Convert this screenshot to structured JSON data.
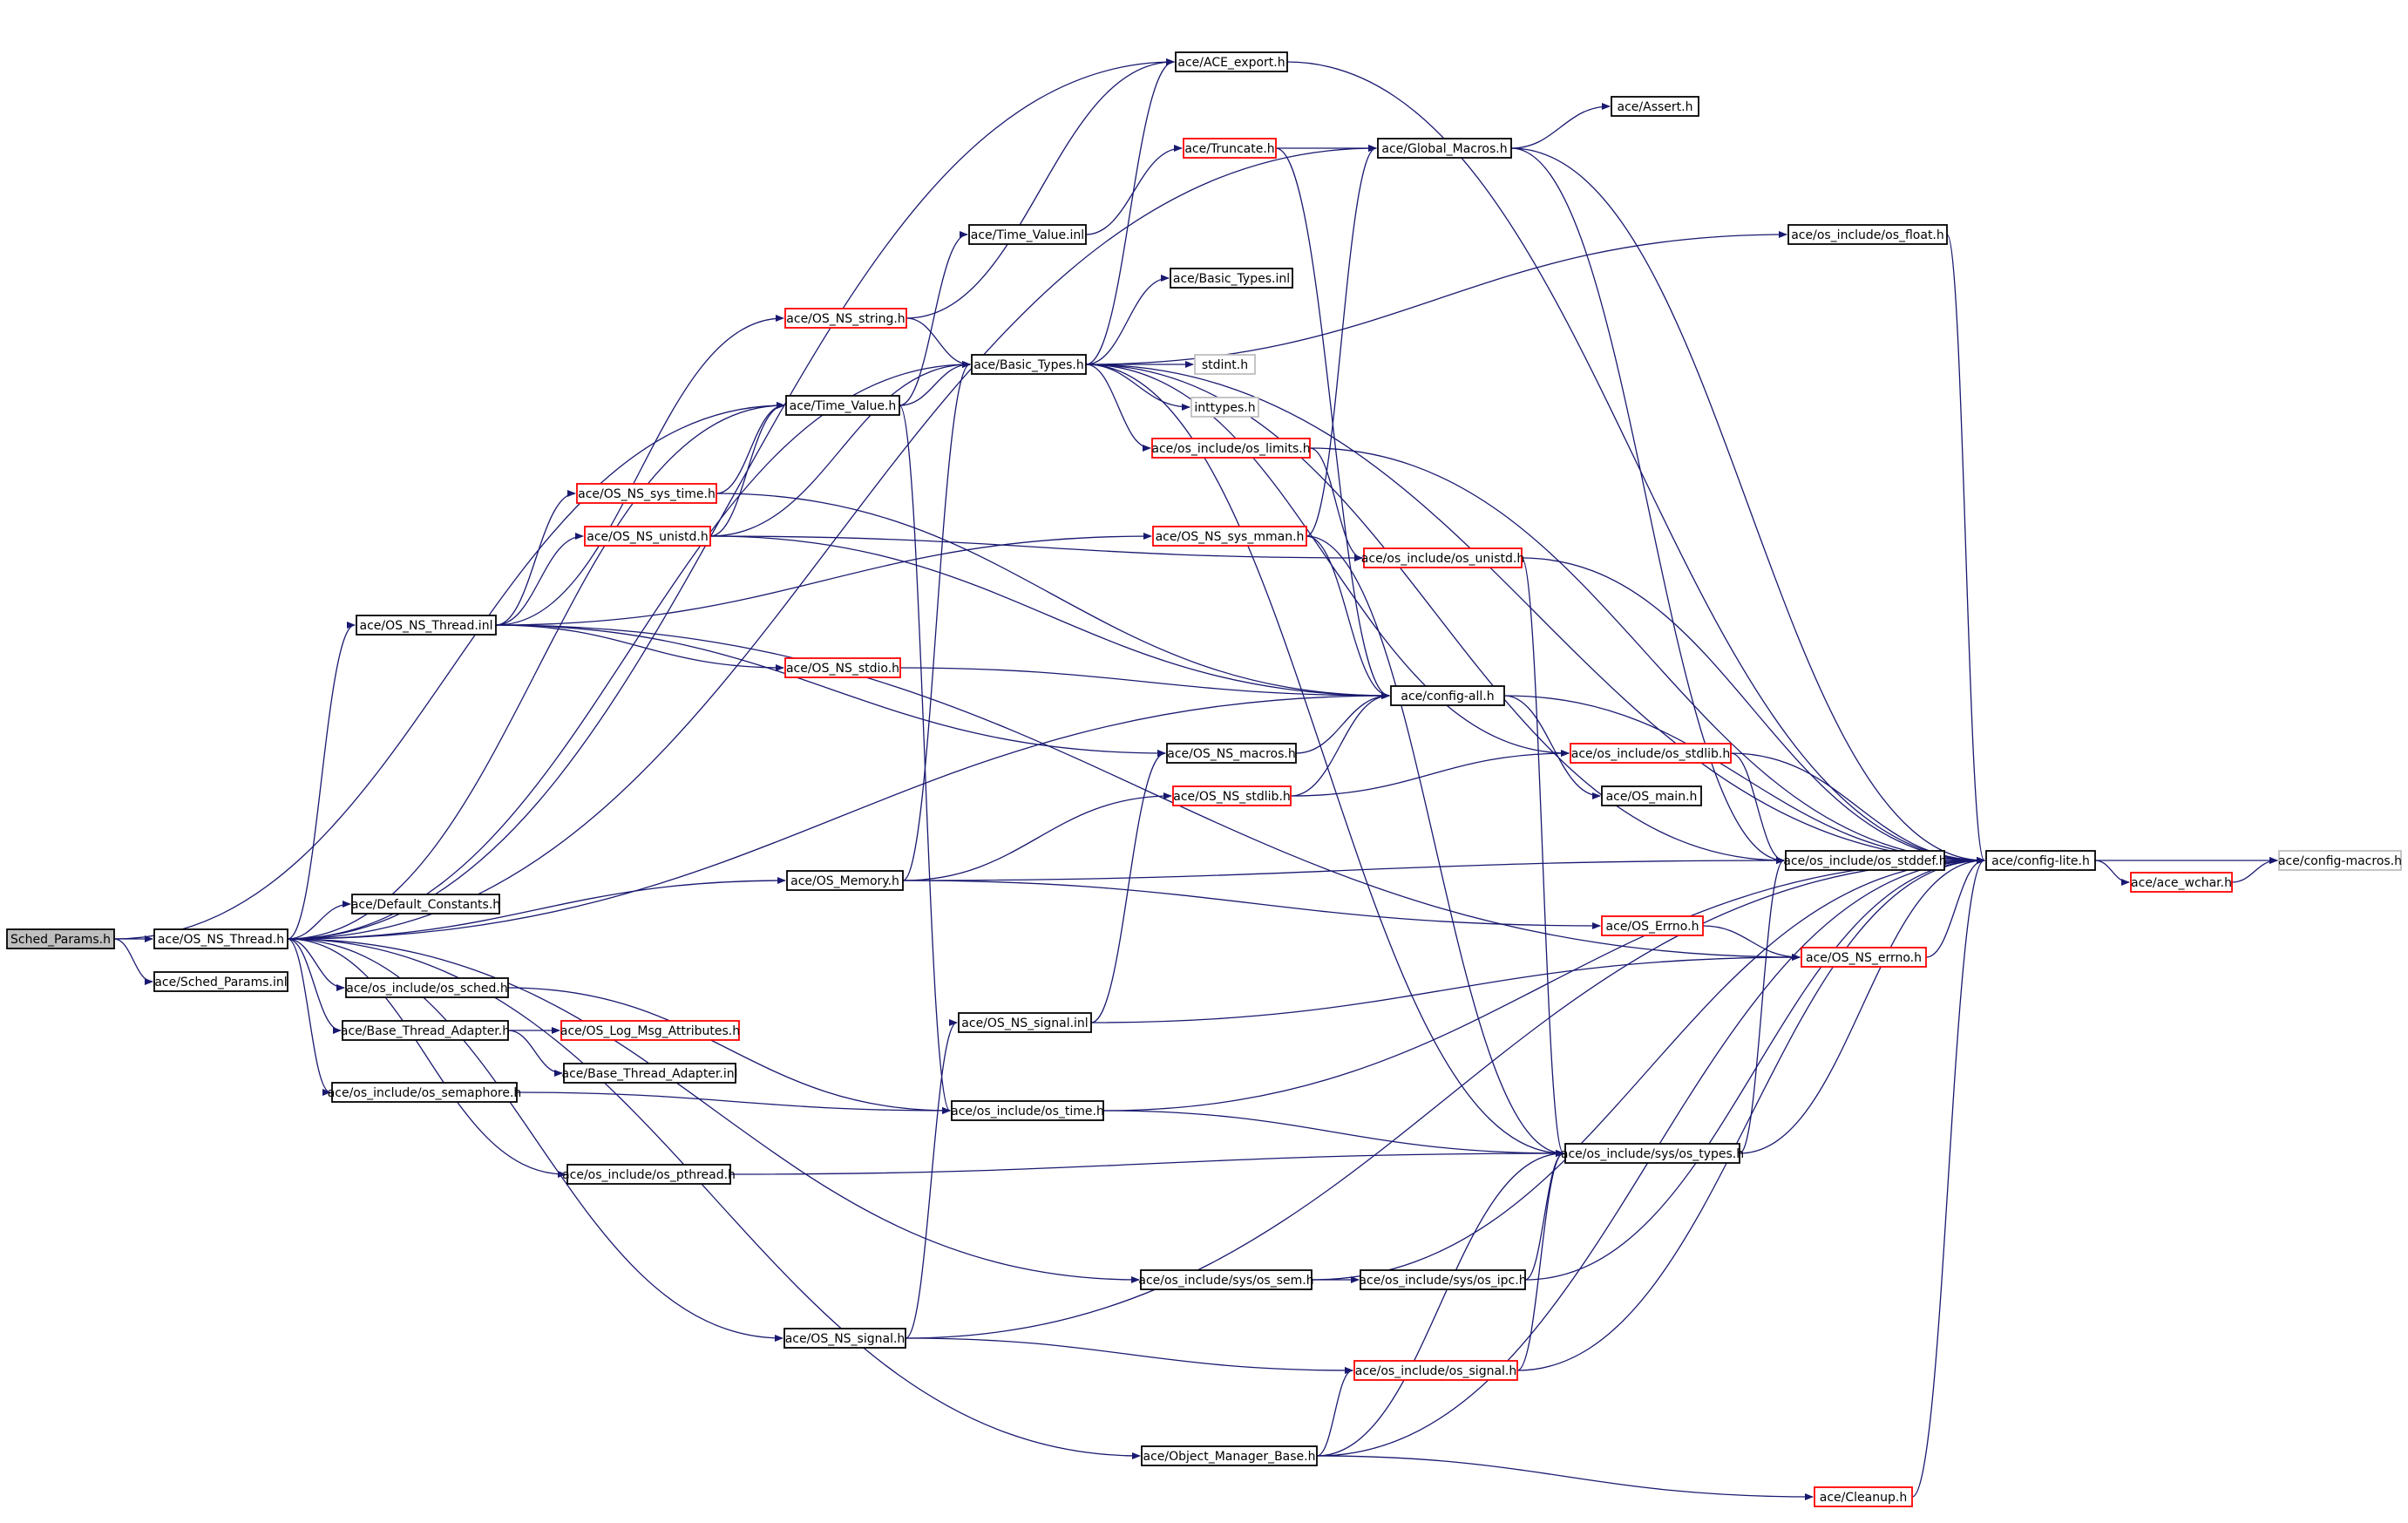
{
  "colors": {
    "edge": "#191970",
    "box_default": "#000000",
    "box_truncated": "#ff0000",
    "box_external": "#bfbfbf",
    "root_fill": "#bfbfbf"
  },
  "nodes": [
    {
      "id": "sched_params_h",
      "label": "Sched_Params.h",
      "kind": "root"
    },
    {
      "id": "os_ns_thread_h",
      "label": "ace/OS_NS_Thread.h",
      "kind": "default"
    },
    {
      "id": "sched_params_inl",
      "label": "ace/Sched_Params.inl",
      "kind": "default"
    },
    {
      "id": "ace_export_h",
      "label": "ace/ACE_export.h",
      "kind": "default"
    },
    {
      "id": "assert_h",
      "label": "ace/Assert.h",
      "kind": "default"
    },
    {
      "id": "truncate_h",
      "label": "ace/Truncate.h",
      "kind": "truncated"
    },
    {
      "id": "global_macros_h",
      "label": "ace/Global_Macros.h",
      "kind": "default"
    },
    {
      "id": "time_value_inl",
      "label": "ace/Time_Value.inl",
      "kind": "default"
    },
    {
      "id": "os_float_h",
      "label": "ace/os_include/os_float.h",
      "kind": "default"
    },
    {
      "id": "basic_types_inl",
      "label": "ace/Basic_Types.inl",
      "kind": "default"
    },
    {
      "id": "os_ns_string_h",
      "label": "ace/OS_NS_string.h",
      "kind": "truncated"
    },
    {
      "id": "basic_types_h",
      "label": "ace/Basic_Types.h",
      "kind": "default"
    },
    {
      "id": "stdint_h",
      "label": "stdint.h",
      "kind": "external"
    },
    {
      "id": "time_value_h",
      "label": "ace/Time_Value.h",
      "kind": "default"
    },
    {
      "id": "inttypes_h",
      "label": "inttypes.h",
      "kind": "external"
    },
    {
      "id": "os_limits_h",
      "label": "ace/os_include/os_limits.h",
      "kind": "truncated"
    },
    {
      "id": "os_ns_sys_time_h",
      "label": "ace/OS_NS_sys_time.h",
      "kind": "truncated"
    },
    {
      "id": "os_ns_unistd_h",
      "label": "ace/OS_NS_unistd.h",
      "kind": "truncated"
    },
    {
      "id": "os_ns_sys_mman_h",
      "label": "ace/OS_NS_sys_mman.h",
      "kind": "truncated"
    },
    {
      "id": "os_unistd_h",
      "label": "ace/os_include/os_unistd.h",
      "kind": "truncated"
    },
    {
      "id": "os_ns_thread_inl",
      "label": "ace/OS_NS_Thread.inl",
      "kind": "default"
    },
    {
      "id": "os_ns_stdio_h",
      "label": "ace/OS_NS_stdio.h",
      "kind": "truncated"
    },
    {
      "id": "config_all_h",
      "label": "ace/config-all.h",
      "kind": "default"
    },
    {
      "id": "os_ns_macros_h",
      "label": "ace/OS_NS_macros.h",
      "kind": "default"
    },
    {
      "id": "os_stdlib_h",
      "label": "ace/os_include/os_stdlib.h",
      "kind": "truncated"
    },
    {
      "id": "os_ns_stdlib_h",
      "label": "ace/OS_NS_stdlib.h",
      "kind": "truncated"
    },
    {
      "id": "os_main_h",
      "label": "ace/OS_main.h",
      "kind": "default"
    },
    {
      "id": "os_stddef_h",
      "label": "ace/os_include/os_stddef.h",
      "kind": "default"
    },
    {
      "id": "config_lite_h",
      "label": "ace/config-lite.h",
      "kind": "default"
    },
    {
      "id": "config_macros_h",
      "label": "ace/config-macros.h",
      "kind": "external"
    },
    {
      "id": "os_memory_h",
      "label": "ace/OS_Memory.h",
      "kind": "default"
    },
    {
      "id": "ace_wchar_h",
      "label": "ace/ace_wchar.h",
      "kind": "truncated"
    },
    {
      "id": "default_constants_h",
      "label": "ace/Default_Constants.h",
      "kind": "default"
    },
    {
      "id": "os_errno_h",
      "label": "ace/OS_Errno.h",
      "kind": "truncated"
    },
    {
      "id": "os_ns_errno_h",
      "label": "ace/OS_NS_errno.h",
      "kind": "truncated"
    },
    {
      "id": "os_sched_h",
      "label": "ace/os_include/os_sched.h",
      "kind": "default"
    },
    {
      "id": "os_ns_signal_inl",
      "label": "ace/OS_NS_signal.inl",
      "kind": "default"
    },
    {
      "id": "base_thread_adapter_h",
      "label": "ace/Base_Thread_Adapter.h",
      "kind": "default"
    },
    {
      "id": "os_log_msg_attributes_h",
      "label": "ace/OS_Log_Msg_Attributes.h",
      "kind": "truncated"
    },
    {
      "id": "base_thread_adapter_inl",
      "label": "ace/Base_Thread_Adapter.inl",
      "kind": "default"
    },
    {
      "id": "os_semaphore_h",
      "label": "ace/os_include/os_semaphore.h",
      "kind": "default"
    },
    {
      "id": "os_time_h",
      "label": "ace/os_include/os_time.h",
      "kind": "default"
    },
    {
      "id": "os_types_h",
      "label": "ace/os_include/sys/os_types.h",
      "kind": "default"
    },
    {
      "id": "os_pthread_h",
      "label": "ace/os_include/os_pthread.h",
      "kind": "default"
    },
    {
      "id": "os_sem_h",
      "label": "ace/os_include/sys/os_sem.h",
      "kind": "default"
    },
    {
      "id": "os_ipc_h",
      "label": "ace/os_include/sys/os_ipc.h",
      "kind": "default"
    },
    {
      "id": "os_ns_signal_h",
      "label": "ace/OS_NS_signal.h",
      "kind": "default"
    },
    {
      "id": "os_signal_h",
      "label": "ace/os_include/os_signal.h",
      "kind": "truncated"
    },
    {
      "id": "object_manager_base_h",
      "label": "ace/Object_Manager_Base.h",
      "kind": "default"
    },
    {
      "id": "cleanup_h",
      "label": "ace/Cleanup.h",
      "kind": "truncated"
    }
  ],
  "edges": [
    [
      "sched_params_h",
      "os_ns_thread_h"
    ],
    [
      "sched_params_h",
      "sched_params_inl"
    ],
    [
      "sched_params_h",
      "time_value_h"
    ],
    [
      "os_ns_thread_h",
      "ace_export_h"
    ],
    [
      "os_ns_thread_h",
      "global_macros_h"
    ],
    [
      "os_ns_thread_h",
      "basic_types_h"
    ],
    [
      "os_ns_thread_h",
      "time_value_h"
    ],
    [
      "os_ns_thread_h",
      "os_ns_thread_inl"
    ],
    [
      "os_ns_thread_h",
      "config_all_h"
    ],
    [
      "os_ns_thread_h",
      "os_memory_h"
    ],
    [
      "os_ns_thread_h",
      "default_constants_h"
    ],
    [
      "os_ns_thread_h",
      "os_sched_h"
    ],
    [
      "os_ns_thread_h",
      "base_thread_adapter_h"
    ],
    [
      "os_ns_thread_h",
      "os_semaphore_h"
    ],
    [
      "os_ns_thread_h",
      "os_pthread_h"
    ],
    [
      "os_ns_thread_h",
      "os_sem_h"
    ],
    [
      "os_ns_thread_h",
      "os_ns_signal_h"
    ],
    [
      "os_ns_thread_h",
      "object_manager_base_h"
    ],
    [
      "os_ns_thread_inl",
      "os_ns_string_h"
    ],
    [
      "os_ns_thread_inl",
      "os_ns_sys_time_h"
    ],
    [
      "os_ns_thread_inl",
      "os_ns_unistd_h"
    ],
    [
      "os_ns_thread_inl",
      "os_ns_sys_mman_h"
    ],
    [
      "os_ns_thread_inl",
      "os_ns_stdio_h"
    ],
    [
      "os_ns_thread_inl",
      "os_ns_macros_h"
    ],
    [
      "os_ns_thread_inl",
      "os_ns_errno_h"
    ],
    [
      "ace_export_h",
      "config_lite_h"
    ],
    [
      "global_macros_h",
      "assert_h"
    ],
    [
      "global_macros_h",
      "config_lite_h"
    ],
    [
      "global_macros_h",
      "os_stddef_h"
    ],
    [
      "truncate_h",
      "global_macros_h"
    ],
    [
      "truncate_h",
      "config_all_h"
    ],
    [
      "time_value_inl",
      "truncate_h"
    ],
    [
      "os_float_h",
      "config_lite_h"
    ],
    [
      "os_ns_string_h",
      "ace_export_h"
    ],
    [
      "os_ns_string_h",
      "basic_types_h"
    ],
    [
      "basic_types_h",
      "ace_export_h"
    ],
    [
      "basic_types_h",
      "os_float_h"
    ],
    [
      "basic_types_h",
      "basic_types_inl"
    ],
    [
      "basic_types_h",
      "stdint_h"
    ],
    [
      "basic_types_h",
      "inttypes_h"
    ],
    [
      "basic_types_h",
      "os_limits_h"
    ],
    [
      "basic_types_h",
      "config_lite_h"
    ],
    [
      "basic_types_h",
      "os_stdlib_h"
    ],
    [
      "basic_types_h",
      "os_stddef_h"
    ],
    [
      "basic_types_h",
      "os_types_h"
    ],
    [
      "time_value_h",
      "basic_types_h"
    ],
    [
      "time_value_h",
      "time_value_inl"
    ],
    [
      "time_value_h",
      "os_time_h"
    ],
    [
      "os_limits_h",
      "os_unistd_h"
    ],
    [
      "os_limits_h",
      "config_lite_h"
    ],
    [
      "os_ns_sys_time_h",
      "time_value_h"
    ],
    [
      "os_ns_sys_time_h",
      "config_all_h"
    ],
    [
      "os_ns_unistd_h",
      "time_value_h"
    ],
    [
      "os_ns_unistd_h",
      "basic_types_h"
    ],
    [
      "os_ns_unistd_h",
      "os_unistd_h"
    ],
    [
      "os_ns_unistd_h",
      "config_all_h"
    ],
    [
      "os_ns_sys_mman_h",
      "config_all_h"
    ],
    [
      "os_ns_sys_mman_h",
      "global_macros_h"
    ],
    [
      "os_ns_sys_mman_h",
      "os_types_h"
    ],
    [
      "os_unistd_h",
      "config_lite_h"
    ],
    [
      "os_unistd_h",
      "os_types_h"
    ],
    [
      "os_ns_stdio_h",
      "config_all_h"
    ],
    [
      "config_all_h",
      "config_lite_h"
    ],
    [
      "config_all_h",
      "os_main_h"
    ],
    [
      "os_ns_macros_h",
      "config_all_h"
    ],
    [
      "os_ns_stdlib_h",
      "config_all_h"
    ],
    [
      "os_ns_stdlib_h",
      "os_stdlib_h"
    ],
    [
      "os_stdlib_h",
      "os_stddef_h"
    ],
    [
      "os_stdlib_h",
      "config_lite_h"
    ],
    [
      "os_stddef_h",
      "config_lite_h"
    ],
    [
      "config_lite_h",
      "config_macros_h"
    ],
    [
      "config_lite_h",
      "ace_wchar_h"
    ],
    [
      "ace_wchar_h",
      "config_macros_h"
    ],
    [
      "os_memory_h",
      "basic_types_h"
    ],
    [
      "os_memory_h",
      "os_ns_stdlib_h"
    ],
    [
      "os_memory_h",
      "os_stddef_h"
    ],
    [
      "os_memory_h",
      "os_errno_h"
    ],
    [
      "os_errno_h",
      "os_ns_errno_h"
    ],
    [
      "os_ns_errno_h",
      "config_lite_h"
    ],
    [
      "os_sched_h",
      "os_time_h"
    ],
    [
      "os_ns_signal_inl",
      "os_ns_macros_h"
    ],
    [
      "os_ns_signal_inl",
      "os_ns_errno_h"
    ],
    [
      "base_thread_adapter_h",
      "os_log_msg_attributes_h"
    ],
    [
      "base_thread_adapter_h",
      "base_thread_adapter_inl"
    ],
    [
      "os_semaphore_h",
      "os_time_h"
    ],
    [
      "os_time_h",
      "config_lite_h"
    ],
    [
      "os_time_h",
      "os_types_h"
    ],
    [
      "os_pthread_h",
      "os_types_h"
    ],
    [
      "os_types_h",
      "os_stddef_h"
    ],
    [
      "os_types_h",
      "config_lite_h"
    ],
    [
      "os_sem_h",
      "os_ipc_h"
    ],
    [
      "os_sem_h",
      "config_lite_h"
    ],
    [
      "os_ipc_h",
      "os_types_h"
    ],
    [
      "os_ipc_h",
      "config_lite_h"
    ],
    [
      "os_ns_signal_h",
      "os_signal_h"
    ],
    [
      "os_ns_signal_h",
      "config_lite_h"
    ],
    [
      "os_ns_signal_h",
      "os_ns_signal_inl"
    ],
    [
      "os_signal_h",
      "os_types_h"
    ],
    [
      "os_signal_h",
      "config_lite_h"
    ],
    [
      "object_manager_base_h",
      "config_lite_h"
    ],
    [
      "object_manager_base_h",
      "os_types_h"
    ],
    [
      "object_manager_base_h",
      "os_signal_h"
    ],
    [
      "object_manager_base_h",
      "cleanup_h"
    ],
    [
      "cleanup_h",
      "config_lite_h"
    ]
  ]
}
